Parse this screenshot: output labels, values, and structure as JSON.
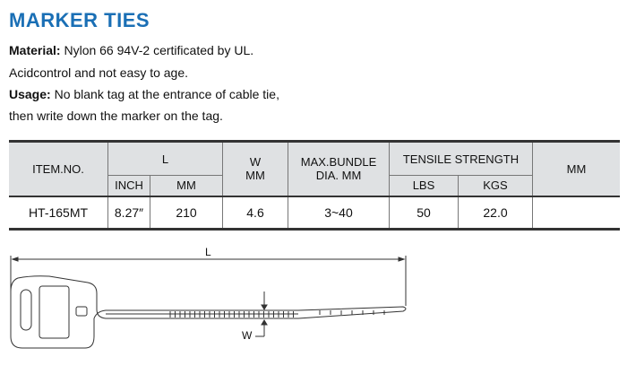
{
  "title": "MARKER TIES",
  "lines": [
    {
      "label": "Material:",
      "text": " Nylon 66  94V-2 certificated  by UL."
    },
    {
      "label": "",
      "text": "Acidcontrol and not  easy  to  age."
    },
    {
      "label": "Usage:",
      "text": " No  blank tag  at  the  entrance of cable tie,"
    },
    {
      "label": "",
      "text": "then write down  the  marker  on  the  tag."
    }
  ],
  "table": {
    "headers": {
      "item": "ITEM.NO.",
      "l": "L",
      "inch": "INCH",
      "mm": "MM",
      "w": "W",
      "w_unit": "MM",
      "bundle": "MAX.BUNDLE",
      "bundle2": "DIA. MM",
      "tensile": "TENSILE  STRENGTH",
      "lbs": "LBS",
      "kgs": "KGS",
      "extra": "MM"
    },
    "rows": [
      {
        "item": "HT-165MT",
        "inch": "8.27″",
        "mm": "210",
        "w": "4.6",
        "bundle": "3~40",
        "lbs": "50",
        "kgs": "22.0",
        "extra": ""
      }
    ]
  },
  "diagram": {
    "l_label": "L",
    "w_label": "W"
  }
}
